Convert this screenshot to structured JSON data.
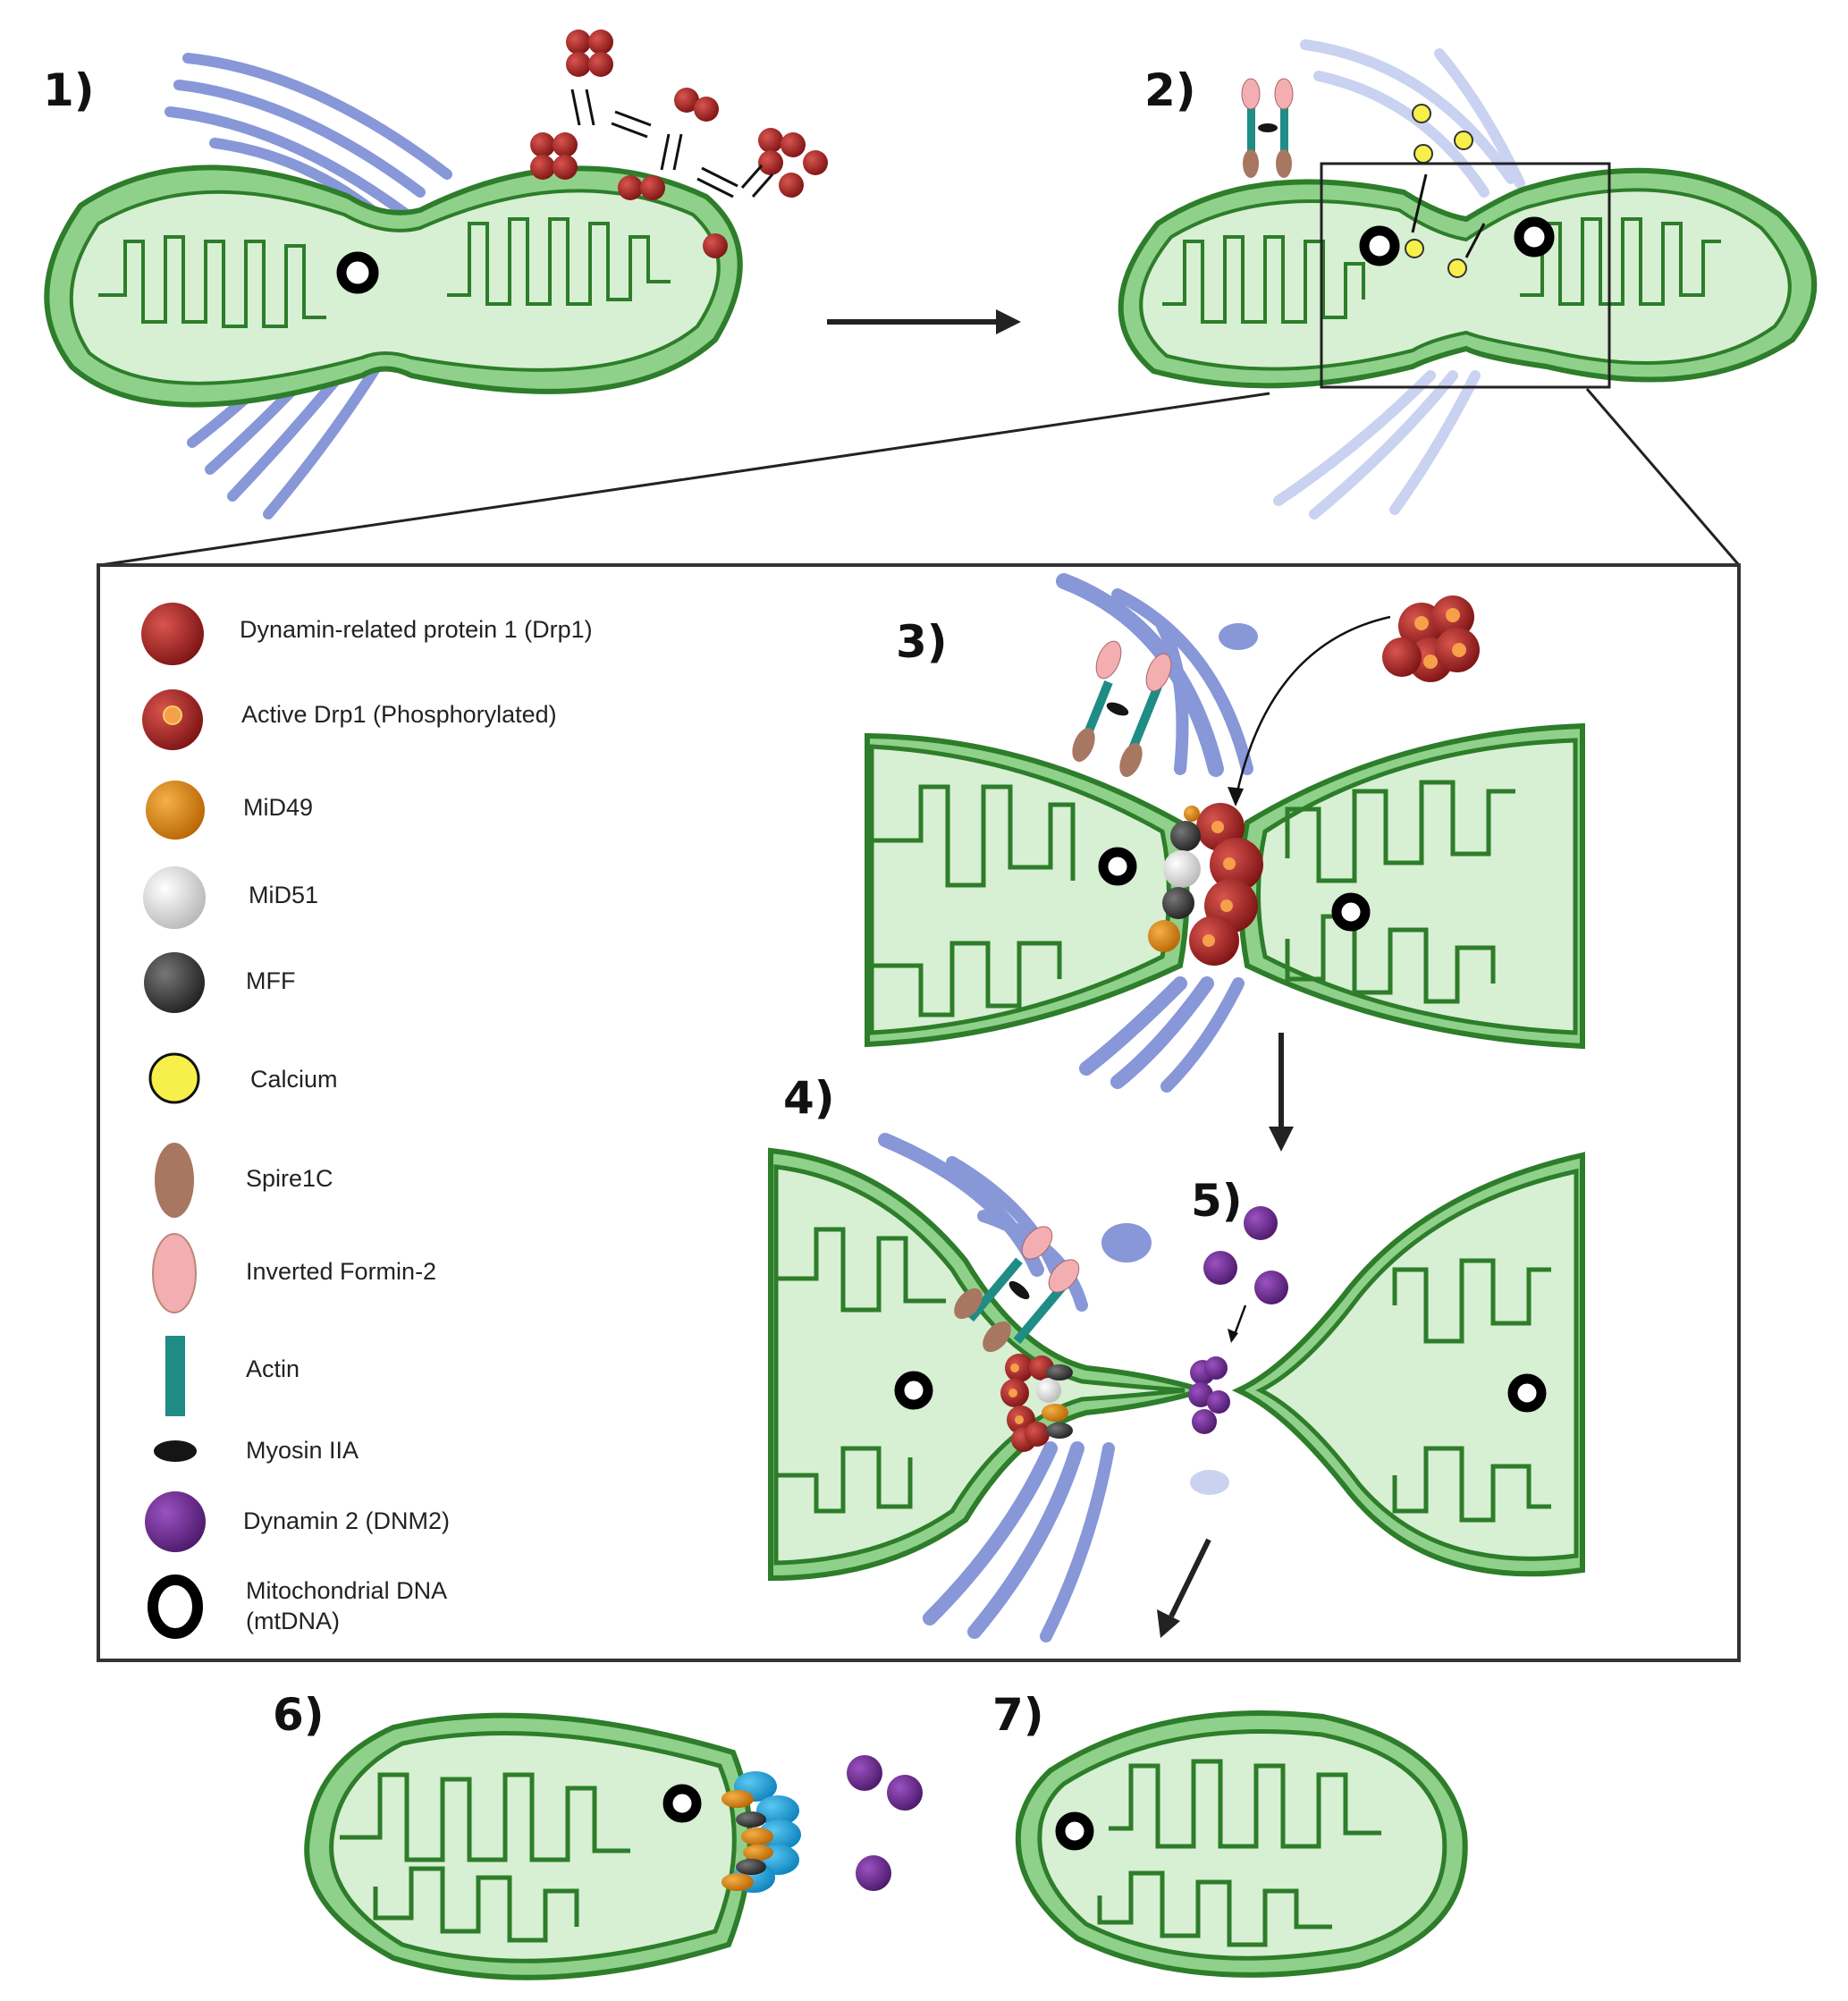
{
  "steps": [
    "1)",
    "2)",
    "3)",
    "4)",
    "5)",
    "6)",
    "7)"
  ],
  "legend": [
    {
      "name": "drp1",
      "label": "Dynamin-related protein 1 (Drp1)",
      "color": "#a5201f"
    },
    {
      "name": "active-drp1",
      "label": "Active Drp1 (Phosphorylated)",
      "color": "#a5201f"
    },
    {
      "name": "mid49",
      "label": "MiD49",
      "color": "#e08a0c"
    },
    {
      "name": "mid51",
      "label": "MiD51",
      "color": "#d9d9d9"
    },
    {
      "name": "mff",
      "label": "MFF",
      "color": "#3e3e3e"
    },
    {
      "name": "calcium",
      "label": "Calcium",
      "color": "#f7f04a"
    },
    {
      "name": "spire1c",
      "label": "Spire1C",
      "color": "#a77761"
    },
    {
      "name": "inverted-formin-2",
      "label": "Inverted Formin-2",
      "color": "#f2aeb0"
    },
    {
      "name": "actin",
      "label": "Actin",
      "color": "#1f8c86"
    },
    {
      "name": "myosin-iia",
      "label": "Myosin IIA",
      "color": "#151515"
    },
    {
      "name": "dynamin-2",
      "label": "Dynamin 2 (DNM2)",
      "color": "#6a2a8c"
    },
    {
      "name": "mtdna",
      "label": "Mitochondrial DNA",
      "label2": "(mtDNA)",
      "color": "#000000"
    }
  ],
  "colors": {
    "mito_fill": "#8fd18a",
    "mito_light": "#d7efd2",
    "mito_stroke": "#2d7d2a",
    "er": "#8797d8",
    "er_light": "#c9d2f0",
    "drp1": "#a5201f",
    "dnm2": "#6a2a8c",
    "fis_blue": "#1ea7e1"
  }
}
